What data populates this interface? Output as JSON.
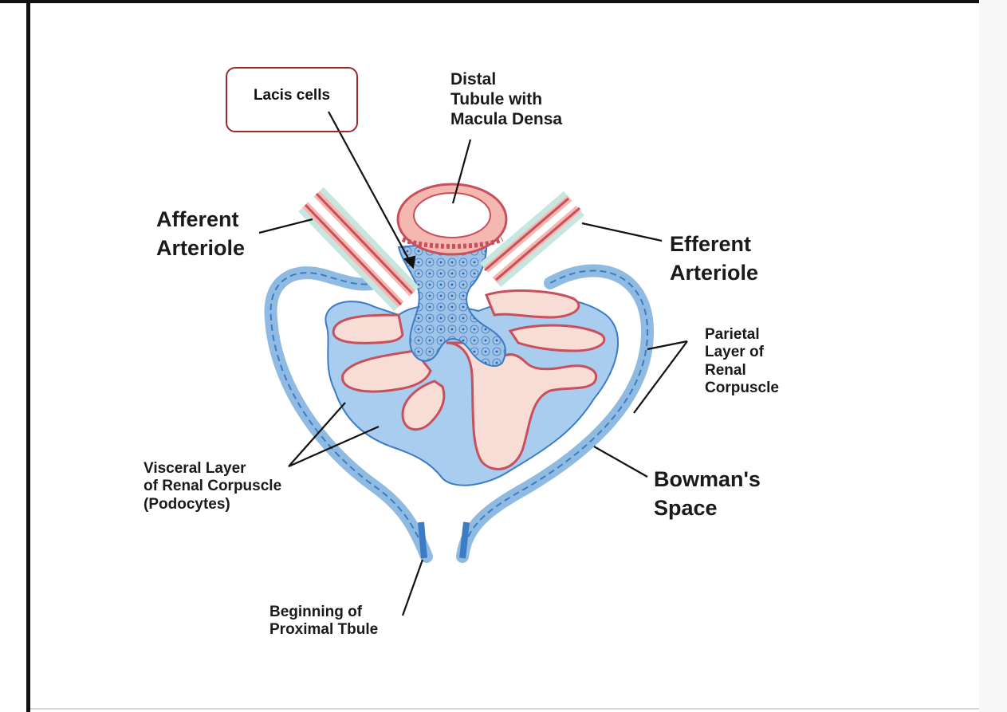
{
  "labels": {
    "lacis": "Lacis cells",
    "distal": [
      "Distal",
      "Tubule with",
      "Macula Densa"
    ],
    "afferent": [
      "Afferent",
      "Arteriole"
    ],
    "efferent": [
      "Efferent",
      "Arteriole"
    ],
    "parietal": [
      "Parietal",
      "Layer of",
      "Renal",
      "Corpuscle"
    ],
    "visceral": [
      "Visceral Layer",
      "of Renal Corpuscle",
      "(Podocytes)"
    ],
    "bowman": [
      "Bowman's",
      "Space"
    ],
    "proximal": [
      "Beginning of",
      "Proximal Tbule"
    ]
  },
  "colors": {
    "capillary": "#f6c9c2",
    "capillary_wall": "#c8505c",
    "epithelium": "#9cc6ea",
    "epithelium_edge": "#3d7cc4",
    "lacis_cells": "#9ec3e6",
    "highlight_box": "#9b2a2a"
  }
}
